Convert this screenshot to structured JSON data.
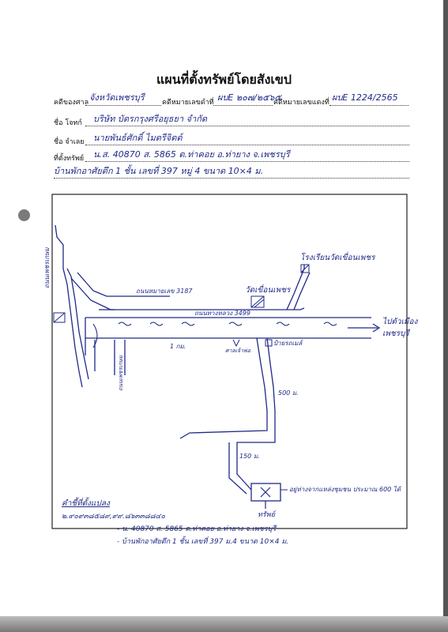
{
  "document": {
    "title": "แผนที่ตั้งทรัพย์โดยสังเขป",
    "fields": {
      "court_label": "คดีของศาล",
      "court_value": "จังหวัดเพชรบุรี",
      "black_case_label": "คดีหมายเลขดำที่",
      "black_case_value": "ผบE ๒๐๗/๒๕๖๕",
      "red_case_label": "คดีหมายเลขแดงที่",
      "red_case_value": "ผบE 1224/2565",
      "plaintiff_label": "ชื่อ โจทก์",
      "plaintiff_value": "บริษัท บัตรกรุงศรีอยุธยา จำกัด",
      "defendant_label": "ชื่อ จำเลย",
      "defendant_value": "นายพันธ์ศักดิ์ ไมตรีจิตต์",
      "property_label": "ที่ตั้งทรัพย์",
      "property_value": "น.ส. 40870 ส. 5865 ต.ท่าคอย อ.ท่ายาง จ.เพชรบุรี",
      "house_line": "บ้านพักอาศัยตึก 1 ชั้น เลขที่ 397 หมู่ 4 ขนาด 10×4 ม."
    }
  },
  "map": {
    "road_left": "ถนนเพชรเกษม",
    "road_top": "ถนนหมายเลข 3187",
    "road_main": "ถนนทางหลวง 3499",
    "road_left_branch": "ถนนเพชรเกษม",
    "school": "โรงเรียนวัดเขื่อนเพชร",
    "temple": "วัดเขื่อนเพชร",
    "to_city": "ไปตัวเมือง เพชรบุรี",
    "distance_1": "1 กม.",
    "shrine": "ศาลเจ้าพ่อ",
    "bus_stop": "ป้ายรถเมล์",
    "dist_500": "500 ม.",
    "dist_150": "150 ม.",
    "property_mark": "ทรัพย์",
    "property_note": "อยู่ห่างจากแหล่งชุมชน ประมาณ 600 ได้"
  },
  "legend": {
    "heading": "คำชี้ที่ตั้งแปลง",
    "coords": "๒.๙๐๙๓๘๕๘๙,๙๙.๘๖๓๓๘๘๔๐",
    "line1": "- น. 40870 ส. 5865 ต.ท่าคอย อ.ท่ายาง จ.เพชรบุรี",
    "line2": "- บ้านพักอาศัยตึก 1 ชั้น เลขที่ 397 ม.4 ขนาด 10×4 ม."
  }
}
